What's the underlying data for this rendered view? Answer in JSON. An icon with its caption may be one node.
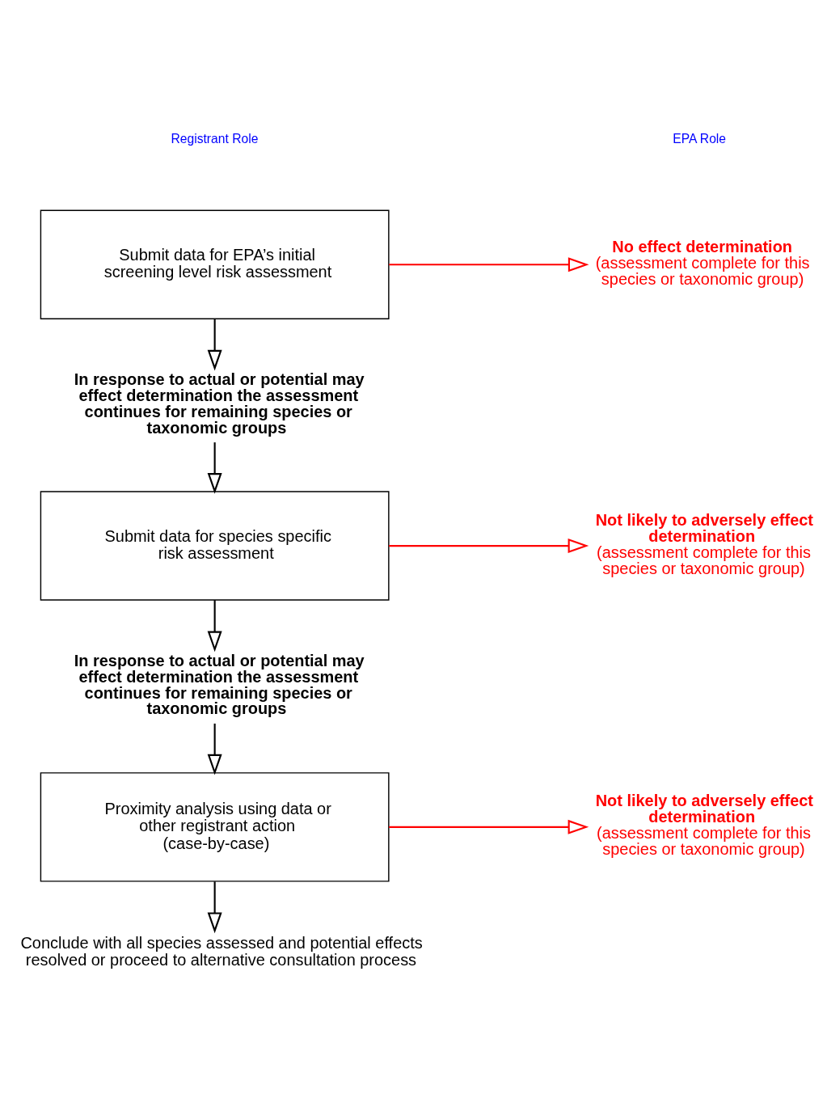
{
  "diagram": {
    "nodes": [
      {
        "text": [
          "Submit data for EPA’s initial screening level risk assessment"
        ]
      },
      {
        "text": [
          "No effect determination",
          "(assessment complete for this species or taxonomic group)"
        ]
      },
      {
        "text": [
          "In response to actual or potential may effect determination the assessment continues for remaining species or taxonomic groups"
        ]
      },
      {
        "text": [
          "Submit data for species specific risk assessment"
        ]
      },
      {
        "text": [
          "Not likely to adversely effect determination",
          "(assessment complete for this species or taxonomic group)"
        ]
      },
      {
        "text": [
          "In response to actual or potential may effect determination the assessment continues for remaining species or taxonomic groups"
        ]
      },
      {
        "text": [
          "Proximity analysis using data or other registrant action (case-by-case)"
        ]
      },
      {
        "text": [
          "Not likely to adversely effect determination",
          "(assessment complete for this species or taxonomic group)"
        ]
      },
      {
        "text": [
          "Conclude with all species assessed and potential effects resolved or proceed to alternative consultation process"
        ]
      }
    ],
    "edges": [
      {
        "from": 0,
        "to": 1,
        "arrow": "to",
        "color": "#ff0000"
      },
      {
        "from": 0,
        "to": 2,
        "arrow": "to"
      },
      {
        "from": 2,
        "to": 3,
        "arrow": "to"
      },
      {
        "from": 3,
        "to": 4,
        "arrow": "to",
        "color": "#ff0000"
      },
      {
        "from": 3,
        "to": 5,
        "arrow": "to"
      },
      {
        "from": 5,
        "to": 6,
        "arrow": "to"
      },
      {
        "from": 6,
        "to": 7,
        "arrow": "to",
        "color": "#ff0000"
      },
      {
        "from": 6,
        "to": 8,
        "arrow": "to"
      }
    ],
    "labels": [
      "Registrant Role",
      "EPA Role"
    ]
  }
}
